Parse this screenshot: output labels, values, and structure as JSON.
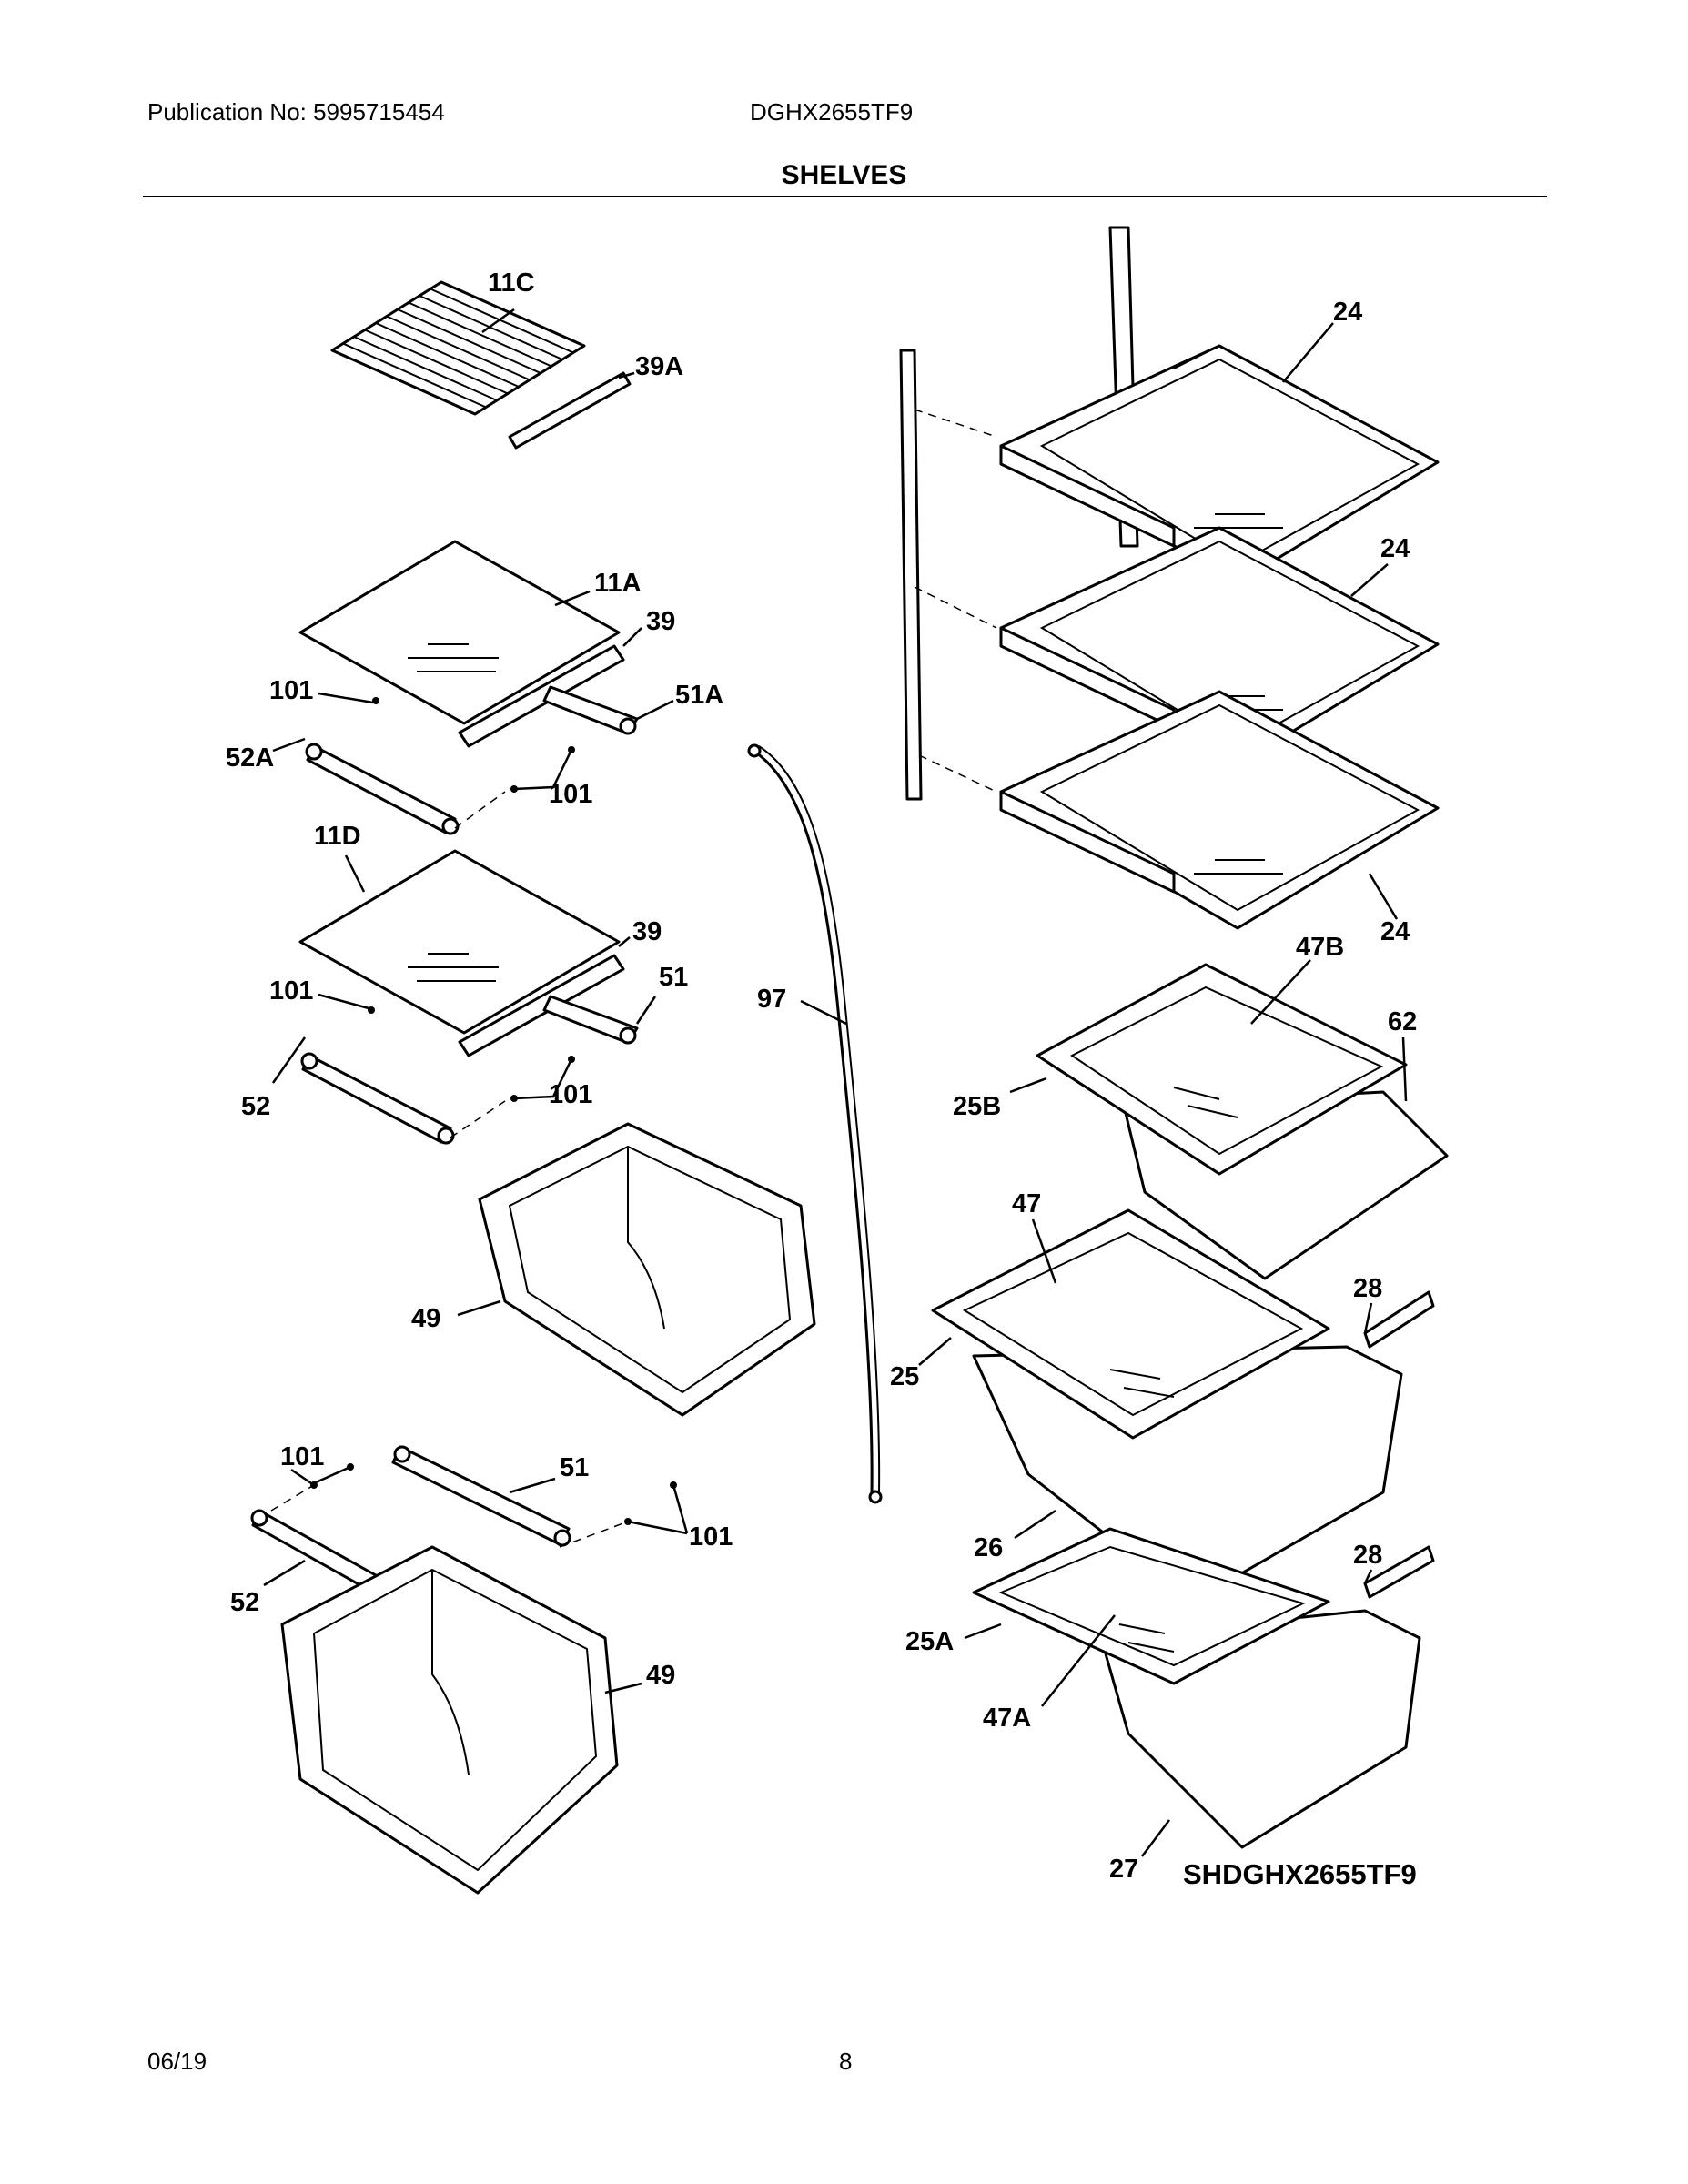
{
  "header": {
    "publication": "Publication No: 5995715454",
    "model": "DGHX2655TF9",
    "section_title": "SHELVES"
  },
  "footer": {
    "date": "06/19",
    "page_number": "8"
  },
  "diagram": {
    "drawing_code": "SHDGHX2655TF9",
    "labels": {
      "l11c": "11C",
      "l39a": "39A",
      "l11a": "11A",
      "l39_top": "39",
      "l101_a": "101",
      "l51a": "51A",
      "l52a": "52A",
      "l101_b": "101",
      "l11d": "11D",
      "l39_mid": "39",
      "l101_c": "101",
      "l51_mid": "51",
      "l52_mid": "52",
      "l101_d": "101",
      "l49_upper": "49",
      "l101_e": "101",
      "l51_low": "51",
      "l101_f": "101",
      "l52_low": "52",
      "l49_lower": "49",
      "l97": "97",
      "l24_a": "24",
      "l24_b": "24",
      "l24_c": "24",
      "l47b": "47B",
      "l62": "62",
      "l25b": "25B",
      "l47": "47",
      "l28_a": "28",
      "l25": "25",
      "l26": "26",
      "l28_b": "28",
      "l25a": "25A",
      "l47a": "47A",
      "l27": "27"
    }
  }
}
